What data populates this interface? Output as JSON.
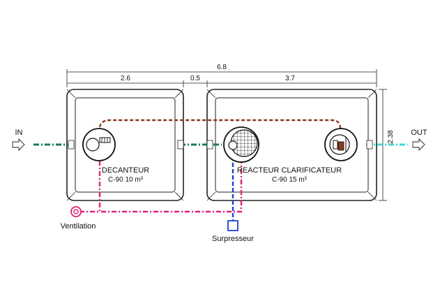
{
  "dimensions": {
    "total": "6.8",
    "left_width": "2.6",
    "gap": "0.5",
    "right_width": "3.7",
    "height": "2.38"
  },
  "flow": {
    "in_label": "IN",
    "out_label": "OUT"
  },
  "tanks": {
    "decanteur": {
      "name": "DECANTEUR",
      "spec": "C-90 10 m³"
    },
    "reacteur": {
      "name": "REACTEUR CLARIFICATEUR",
      "spec": "C-90 15 m³"
    }
  },
  "labels": {
    "ventilation": "Ventilation",
    "surpresseur": "Surpresseur"
  },
  "colors": {
    "pipe_green": "#1b7a55",
    "pipe_cyan": "#46d6d6",
    "pipe_brown": "#8a3a1e",
    "pipe_magenta": "#e0207a",
    "pipe_blue": "#1f3fd0",
    "outline": "#222222"
  }
}
